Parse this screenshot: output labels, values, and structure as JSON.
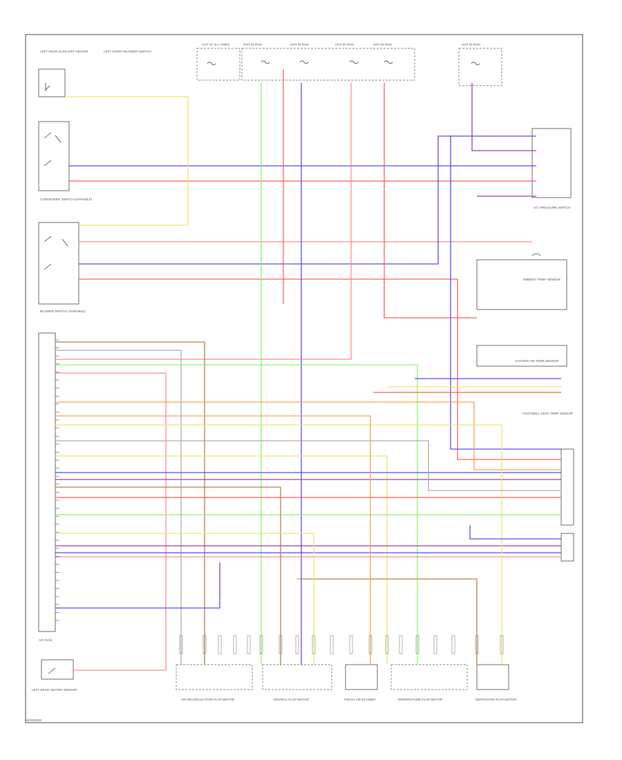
{
  "diagram": {
    "figure_id": "W0000000",
    "component_labels": {
      "aux_top_left": "LEFT REAR AUXILIARY HEATER",
      "fan_top": "LEFT FRONT BLOWER SWITCH",
      "condenser_switch": "CONDENSER SWITCH (VARIABLE)",
      "blower_switch": "BLOWER SWITCH (VARIABLE)",
      "climatronic_ecm": "A/C ECM",
      "recirc_motor": "AIR RECIRCULATION FLAP MOTOR",
      "footwell_sensor": "FOOTWELL VENT TEMP SENSOR",
      "fresh_air_motor": "FRESH AIR BLOWER",
      "temp_flap_motor": "TEMPERATURE FLAP MOTOR",
      "central_flap": "CENTRAL FLAP MOTOR",
      "defrost_flap": "DEFROSTER FLAP MOTOR",
      "outside_air_sensor": "OUTSIDE AIR TEMP SENSOR",
      "ambient_sensor": "AMBIENT TEMP SENSOR",
      "rear_pressure_switch": "A/C PRESSURE SWITCH",
      "left_rear_sensor": "LEFT REAR HEATER SENSOR"
    },
    "fuse_labels": [
      "HOT AT ALL TIMES",
      "HOT IN RUN",
      "HOT IN RUN",
      "HOT IN RUN",
      "HOT IN RUN",
      "HOT IN RUN"
    ]
  }
}
